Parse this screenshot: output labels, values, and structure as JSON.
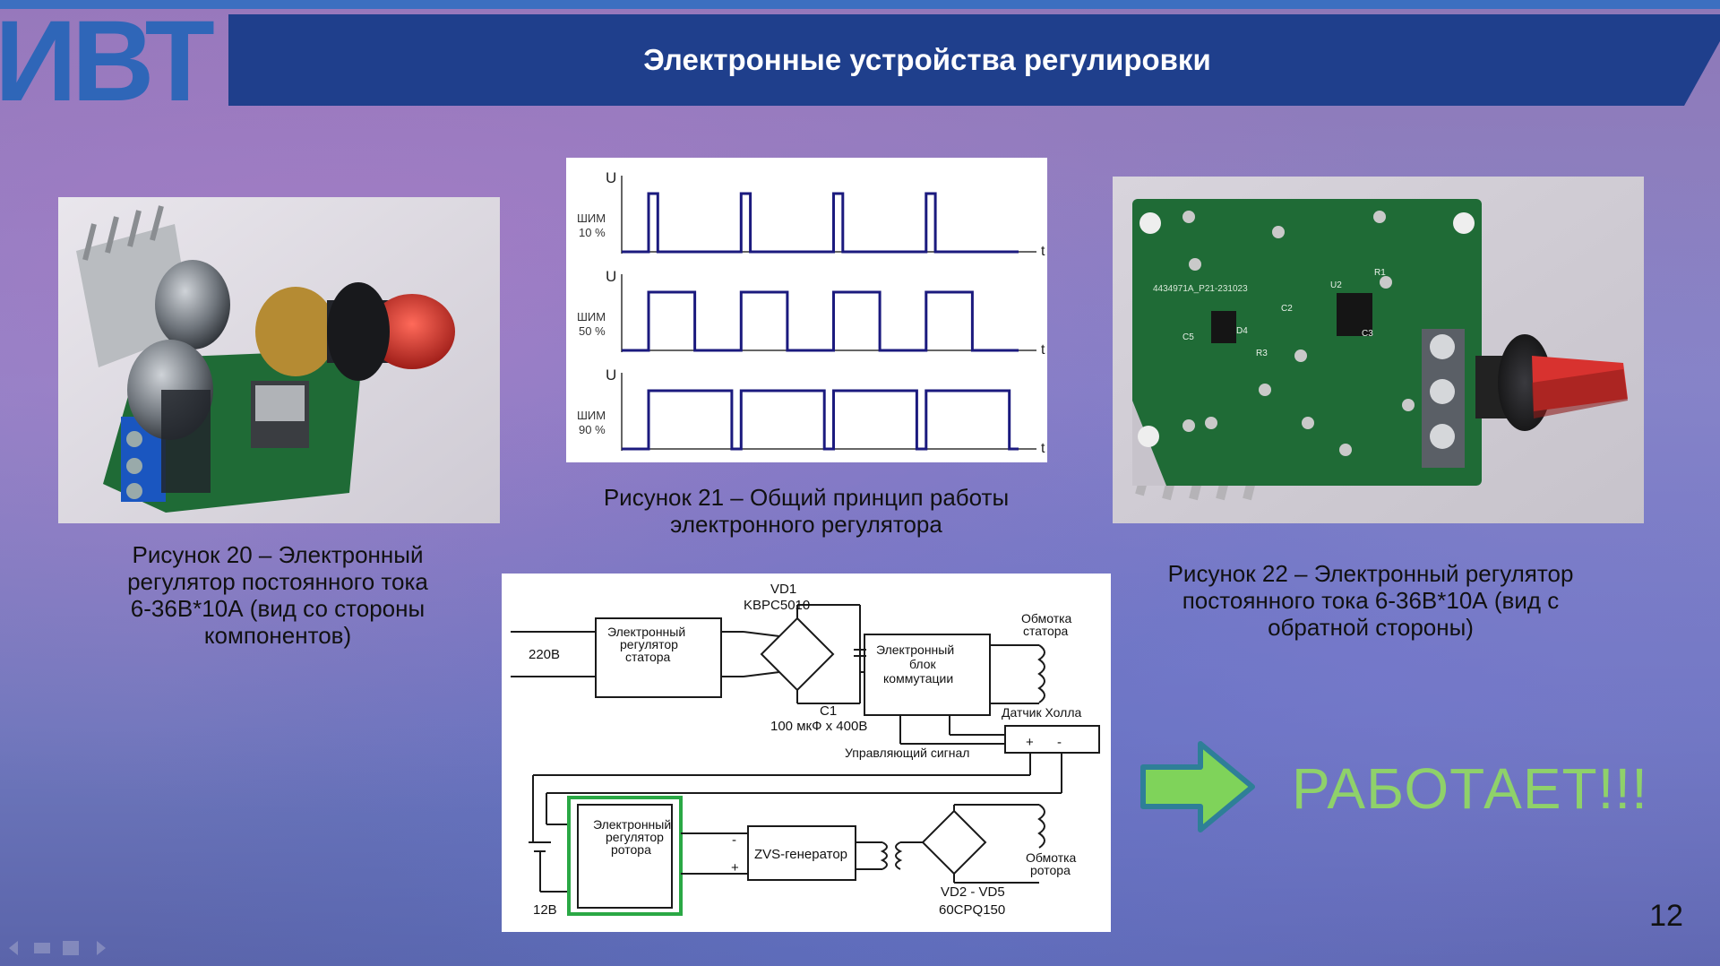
{
  "slide": {
    "title": "Электронные устройства регулировки",
    "page_number": "12",
    "status_text": "РАБОТАЕТ!!!"
  },
  "logo": {
    "text": "ИВТ"
  },
  "colors": {
    "header": "#1f3f8c",
    "accent_line": "#3c6fc0",
    "status_green": "#8fd16a",
    "arrow_fill": "#7fd35a",
    "arrow_border": "#2e7f98",
    "pcb_green": "#1f6b36",
    "knob_red": "#d8322f",
    "waveform": "#1b1a7e",
    "highlight_box": "#2aa845"
  },
  "figures": [
    {
      "id": "fig20",
      "caption": [
        "Рисунок 20 – Электронный",
        "регулятор постоянного тока",
        "6-36В*10А (вид со стороны",
        "компонентов)"
      ]
    },
    {
      "id": "fig21",
      "caption": [
        "Рисунок 21 – Общий принцип работы",
        "электронного регулятора"
      ]
    },
    {
      "id": "fig22",
      "caption": [
        "Рисунок 22 – Электронный регулятор",
        "постоянного тока 6-36В*10А (вид с",
        "обратной стороны)"
      ]
    }
  ],
  "pwm_diagram": {
    "axis_y": "U",
    "axis_x": "t",
    "rows": [
      {
        "label_top": "ШИМ",
        "label_bottom": "10 %",
        "duty": 0.1
      },
      {
        "label_top": "ШИМ",
        "label_bottom": "50 %",
        "duty": 0.5
      },
      {
        "label_top": "ШИМ",
        "label_bottom": "90 %",
        "duty": 0.9
      }
    ],
    "periods": 4
  },
  "pcb": {
    "silkscreen": "4434971A_P21-231023",
    "labels": [
      "U2",
      "R1",
      "C2",
      "C5",
      "D4",
      "R3",
      "C3"
    ]
  },
  "circuit": {
    "vd1": "VD1",
    "vd1_part": "KBPC5010",
    "mains": "220В",
    "stator_regulator": [
      "Электронный",
      "регулятор",
      "статора"
    ],
    "commutation": [
      "Электронный",
      "блок",
      "коммутации"
    ],
    "stator_winding": [
      "Обмотка",
      "статора"
    ],
    "c1": "C1",
    "c1_value": "100 мкФ x 400В",
    "hall": "Датчик Холла",
    "control_signal": "Управляющий сигнал",
    "rotor_regulator": [
      "Электронный",
      "регулятор",
      "ротора"
    ],
    "zvs": "ZVS-генератор",
    "rotor_winding": [
      "Обмотка",
      "ротора"
    ],
    "vd2": "VD2 - VD5",
    "vd2_part": "60CPQ150",
    "battery": "12В",
    "plus": "+",
    "minus": "-"
  }
}
